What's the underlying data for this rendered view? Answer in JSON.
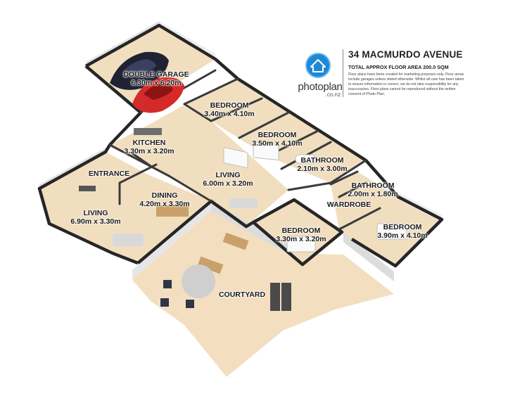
{
  "header": {
    "title": "34 MACMURDO AVENUE",
    "area": "TOTAL APPROX FLOOR AREA 200.0 SQM",
    "disclaimer": "Floor plans have been created for marketing purposes only. Floor areas include garages unless stated otherwise. Whilst all care has been taken to ensure information is correct, we do not take responsibility for any inaccuracies. Floor plans cannot be reproduced without the written consent of Photo Plan."
  },
  "brand": {
    "name": "photoplan",
    "domain": ".co.nz",
    "logo_icon": "house-in-circle-icon",
    "logo_color": "#1E88D6"
  },
  "colors": {
    "floor": "#F1DEBF",
    "wall_top": "#262626",
    "wall_inner": "#F2F2F2",
    "courtyard": "#F3DFC0",
    "car": "#D42A2A",
    "car_dark": "#1F2233"
  },
  "rooms": [
    {
      "id": "double-garage",
      "name": "DOUBLE GARAGE",
      "dims": "6.30m x 6.20m"
    },
    {
      "id": "bedroom-1",
      "name": "BEDROOM",
      "dims": "3.40m x 4.10m"
    },
    {
      "id": "bedroom-2",
      "name": "BEDROOM",
      "dims": "3.50m x 4.10m"
    },
    {
      "id": "kitchen",
      "name": "KITCHEN",
      "dims": "3.30m x 3.20m"
    },
    {
      "id": "entrance",
      "name": "ENTRANCE",
      "dims": ""
    },
    {
      "id": "living-center",
      "name": "LIVING",
      "dims": "6.00m x 3.20m"
    },
    {
      "id": "bathroom-1",
      "name": "BATHROOM",
      "dims": "2.10m x 3.00m"
    },
    {
      "id": "bathroom-2",
      "name": "BATHROOM",
      "dims": "2.00m x 1.80m"
    },
    {
      "id": "dining",
      "name": "DINING",
      "dims": "4.20m x 3.30m"
    },
    {
      "id": "wardrobe",
      "name": "WARDROBE",
      "dims": ""
    },
    {
      "id": "living-left",
      "name": "LIVING",
      "dims": "6.90m x 3.30m"
    },
    {
      "id": "bedroom-3",
      "name": "BEDROOM",
      "dims": "3.30m x 3.20m"
    },
    {
      "id": "bedroom-4",
      "name": "BEDROOM",
      "dims": "3.90m x 4.10m"
    },
    {
      "id": "courtyard",
      "name": "COURTYARD",
      "dims": ""
    }
  ]
}
